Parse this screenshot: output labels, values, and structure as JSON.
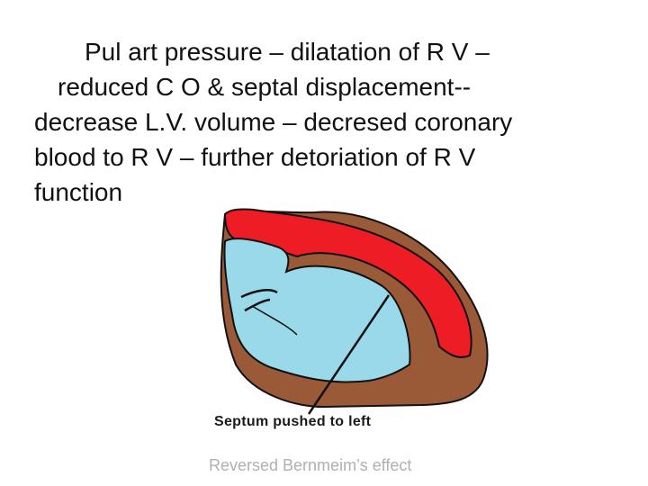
{
  "slide": {
    "text_lines": [
      "Pul art pressure – dilatation of R V –",
      "reduced C O & septal displacement--",
      "decrease L.V. volume – decresed coronary",
      "blood to R V – further detoriation of R V",
      "function"
    ],
    "diagram_caption": "Septum pushed to left",
    "footer": "Reversed Bernmeim’s effect"
  },
  "colors": {
    "myocardium": "#9b5a37",
    "right_ventricle": "#ee1c25",
    "left_ventricle": "#99d9ea",
    "outline": "#111111"
  }
}
